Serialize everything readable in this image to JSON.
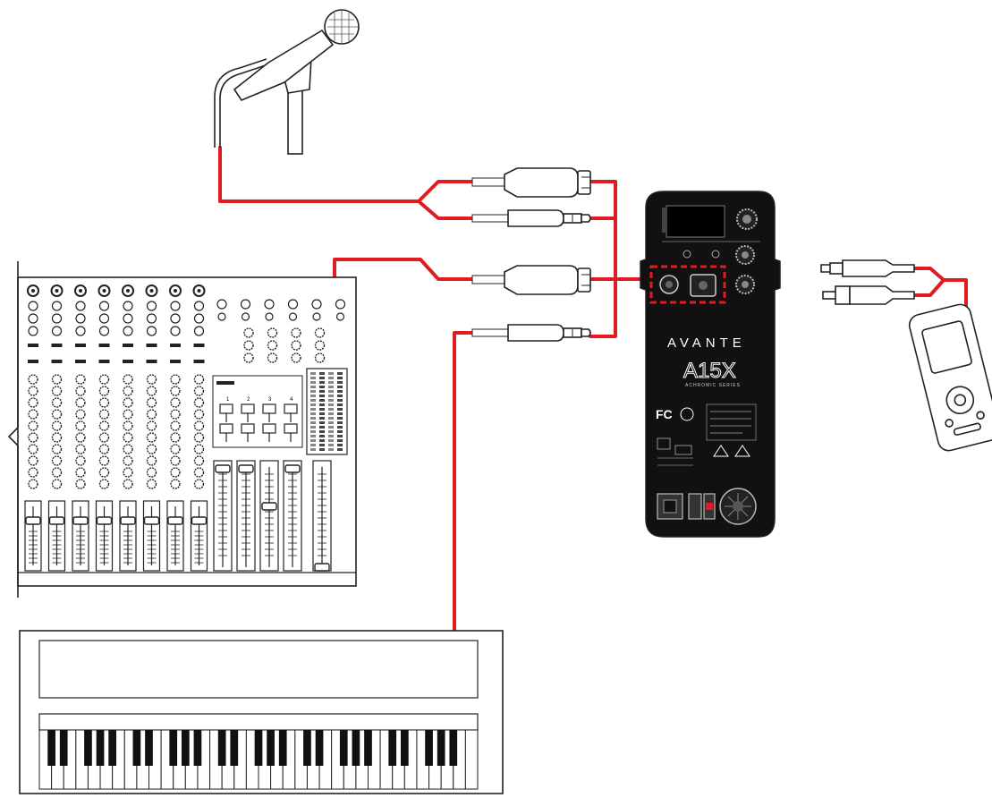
{
  "speaker": {
    "brand": "AVANTE",
    "model": "A15X",
    "series": "ACHROMIC SERIES",
    "fc_mark": "FC"
  },
  "mixer": {
    "channel_numbers": [
      "1",
      "2",
      "3",
      "4"
    ]
  },
  "colors": {
    "cable": "#e01b22",
    "speaker_body": "#111111",
    "outline": "#222222"
  },
  "icons": [
    "microphone-icon",
    "mixer-icon",
    "keyboard-icon",
    "media-player-icon",
    "speaker-icon",
    "xlr-connector-icon",
    "trs-connector-icon",
    "mini-jack-icon",
    "rca-connector-icon"
  ]
}
